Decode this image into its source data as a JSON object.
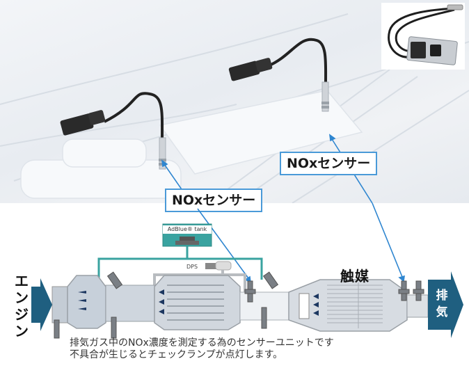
{
  "photo": {
    "callouts": [
      {
        "label": "NOxセンサー",
        "target": "upstream-sensor"
      },
      {
        "label": "NOxセンサー",
        "target": "downstream-sensor"
      }
    ],
    "inset": "nox-sensor-unit-product-photo"
  },
  "diagram": {
    "inlet_label": "エンジン",
    "outlet_label": "排気",
    "catalyst_label": "触媒",
    "tank_label": "AdBlue® tank",
    "dps_label": "DPS",
    "colors": {
      "arrow_fill": "#1f5f80",
      "adblue_line": "#3aa3a0",
      "callout_border": "#4a9ad8",
      "callout_line": "#2f86d0"
    }
  },
  "caption": {
    "line1": "排気ガス中のNOx濃度を測定する為のセンサーユニットです",
    "line2": "不具合が生じるとチェックランプが点灯します。"
  }
}
